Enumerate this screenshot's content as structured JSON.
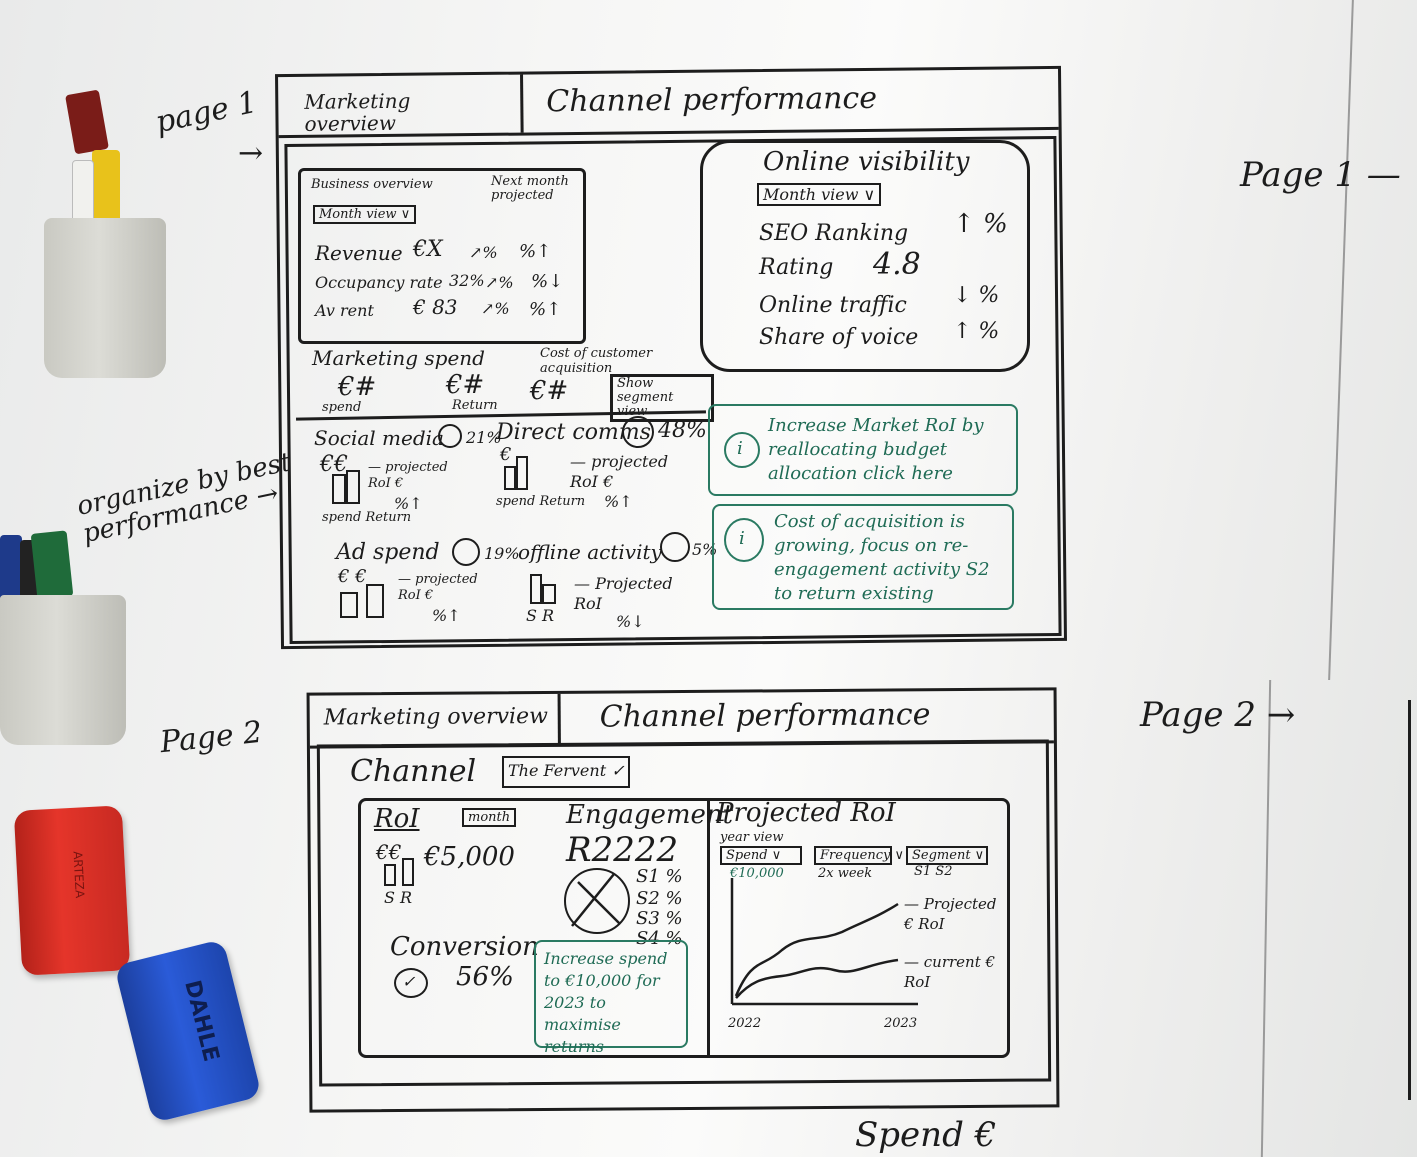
{
  "side_labels": {
    "page1_left": "page 1",
    "page2_left": "Page 2",
    "page1_right": "Page 1 —",
    "page2_right": "Page 2 →",
    "organize": "organize by best performance →",
    "bottom_note": "Spend €"
  },
  "page1": {
    "tabs": [
      "Marketing overview",
      "Channel performance"
    ],
    "business_overview": {
      "title": "Business overview",
      "next_month": "Next month projected",
      "view_dropdown": "Month view ∨",
      "rows": [
        {
          "label": "Revenue",
          "value": "€X",
          "proj": "↗%",
          "trend": "%↑"
        },
        {
          "label": "Occupancy rate",
          "value": "32%",
          "proj": "↗%",
          "trend": "%↓"
        },
        {
          "label": "Av rent",
          "value": "€ 83",
          "proj": "↗%",
          "trend": "%↑"
        }
      ]
    },
    "online_visibility": {
      "title": "Online visibility",
      "view_dropdown": "Month view ∨",
      "rows": [
        {
          "label": "SEO Ranking",
          "value": "↑ %"
        },
        {
          "label": "Rating",
          "value": "4.8"
        },
        {
          "label": "Online traffic",
          "value": "↓ %"
        },
        {
          "label": "Share of voice",
          "value": "↑ %"
        }
      ]
    },
    "spend_row": {
      "marketing_spend": "Marketing spend",
      "cost_acq": "Cost of customer acquisition",
      "spend_val": "€#",
      "spend_sub": "spend",
      "return_val": "€#",
      "return_sub": "Return",
      "cac_val": "€#",
      "segment_btn": "Show segment view"
    },
    "channels": [
      {
        "name": "Social media",
        "pct": "21%",
        "bar_labels": "spend Return",
        "proj": "— projected RoI €",
        "trend": "%↑"
      },
      {
        "name": "Direct comms",
        "pct": "48%",
        "bar_labels": "spend Return",
        "proj": "— projected RoI €",
        "trend": "%↑"
      },
      {
        "name": "Ad spend",
        "pct": "19%",
        "bar_labels": "",
        "proj": "— projected RoI €",
        "trend": "%↑"
      },
      {
        "name": "offline activity",
        "pct": "5%",
        "bar_labels": "S R",
        "proj": "— Projected RoI",
        "trend": "%↓"
      }
    ],
    "insights": [
      "Increase Market RoI by reallocating budget allocation click here",
      "Cost of acquisition is growing, focus on re-engagement activity S2 to return existing"
    ]
  },
  "page2": {
    "tabs": [
      "Marketing overview",
      "Channel performance"
    ],
    "channel_label": "Channel",
    "channel_dropdown": "The Fervent ✓",
    "roi": {
      "title": "RoI",
      "dropdown": "month",
      "value": "€5,000",
      "euro": "€€",
      "bar_labels": "S R"
    },
    "engagement": {
      "title": "Engagement",
      "value": "R2222",
      "segments": [
        "S1 %",
        "S2 %",
        "S3 %",
        "S4 %"
      ]
    },
    "conversion": {
      "title": "Conversion",
      "value": "56%"
    },
    "insight": "Increase spend to €10,000 for 2023 to maximise returns",
    "projected": {
      "title": "Projected RoI",
      "subtitle": "year view",
      "dropdowns": [
        "Spend ∨",
        "Frequency ∨",
        "Segment ∨"
      ],
      "dropdown_values": [
        "€10,000",
        "2x week",
        "S1 S2"
      ],
      "legend": [
        "— Projected € RoI",
        "— current € RoI"
      ],
      "x_labels": [
        "2022",
        "2023"
      ]
    }
  }
}
